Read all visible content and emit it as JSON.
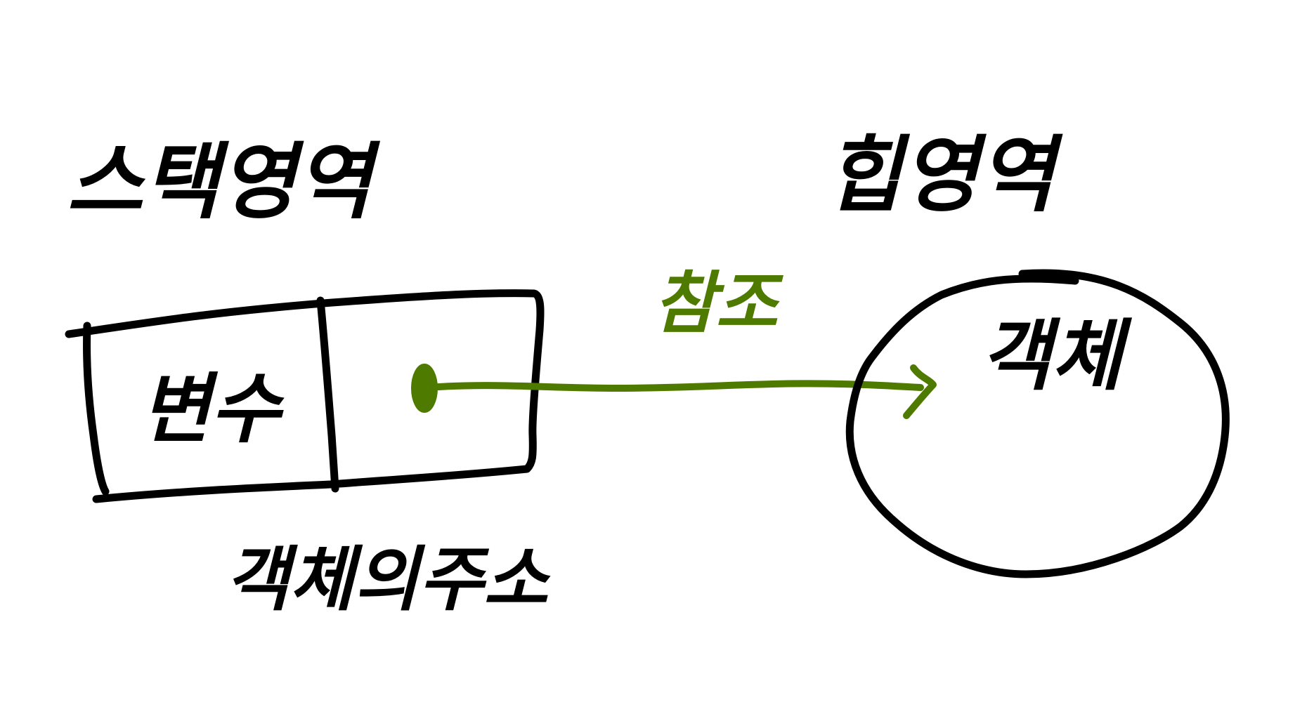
{
  "diagram": {
    "stack_title": "스택영역",
    "heap_title": "힙영역",
    "variable_label": "변수",
    "address_label": "객체의주소",
    "reference_label": "참조",
    "object_label": "객체"
  },
  "colors": {
    "ink": "#000000",
    "reference": "#4f7a00",
    "background": "#ffffff"
  }
}
